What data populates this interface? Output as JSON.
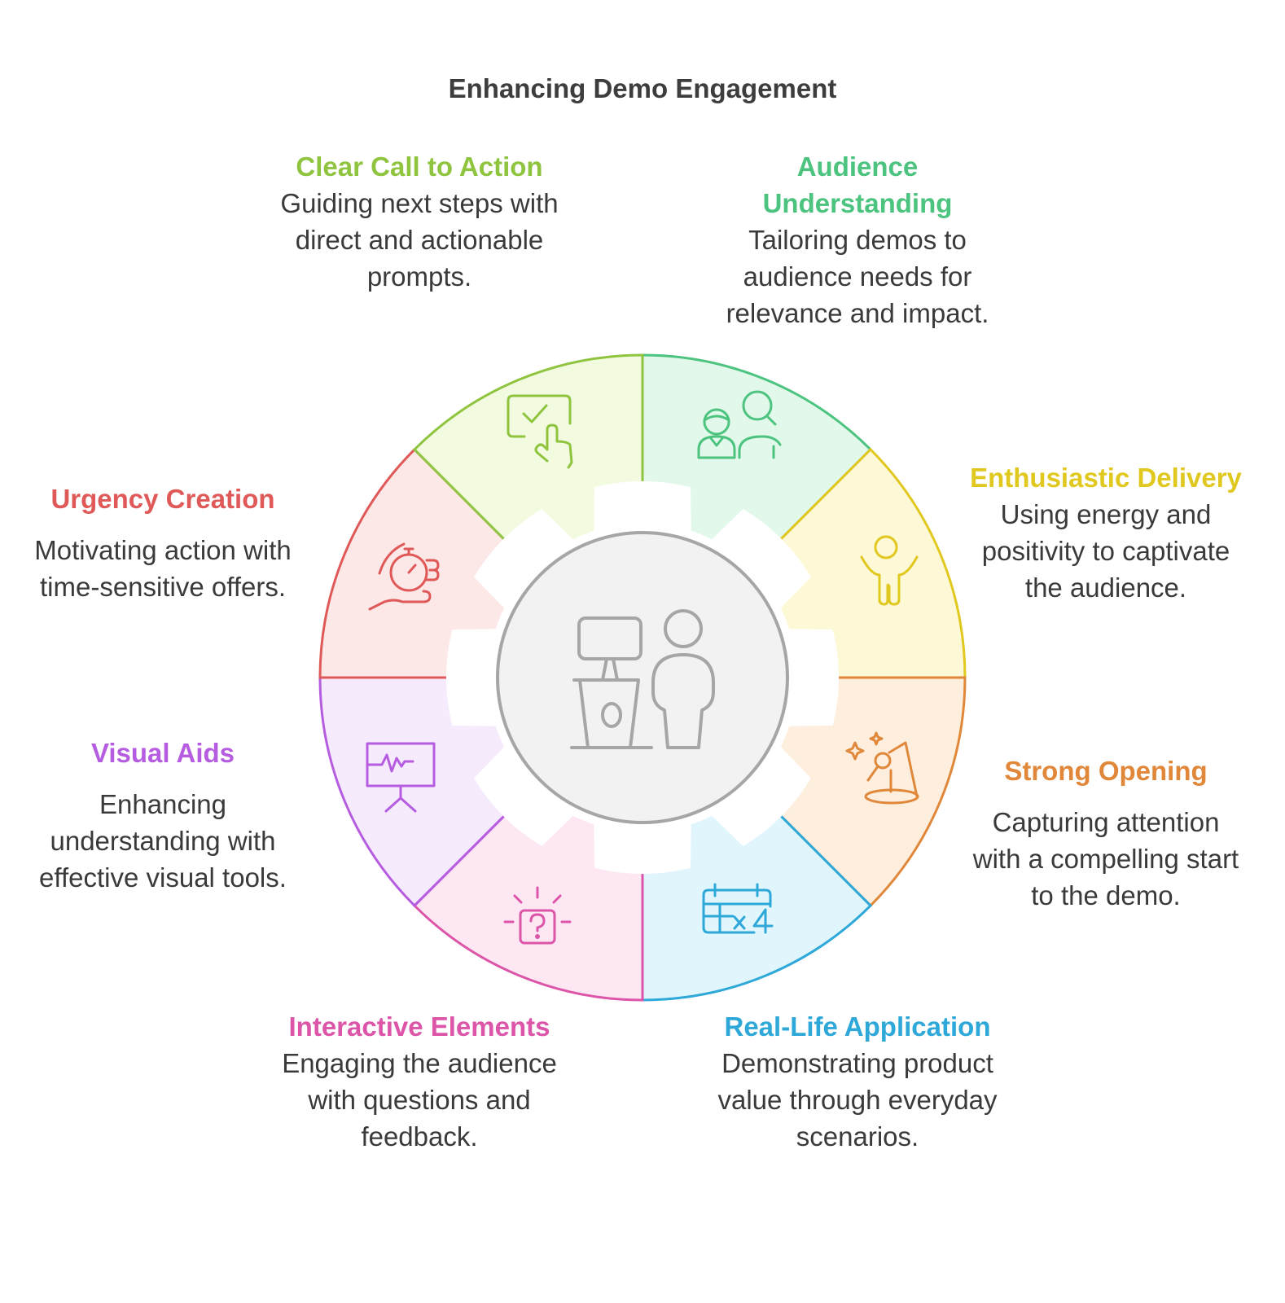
{
  "title": "Enhancing Demo Engagement",
  "center": {
    "icon": "presenter-at-podium-icon",
    "fill": "#f2f2f2",
    "stroke": "#a6a6a6"
  },
  "segments": [
    {
      "key": "audience-understanding",
      "title": "Audience Understanding",
      "description": "Tailoring demos to audience needs for relevance and impact.",
      "color": "#4cc47f",
      "fill": "#e2f8ea",
      "icon": "people-search-icon"
    },
    {
      "key": "enthusiastic-delivery",
      "title": "Enthusiastic Delivery",
      "description": "Using energy and positivity to captivate the audience.",
      "color": "#e0c81f",
      "fill": "#fdf8d5",
      "icon": "cheering-person-icon"
    },
    {
      "key": "strong-opening",
      "title": "Strong Opening",
      "description": "Capturing attention with a compelling start to the demo.",
      "color": "#e0873a",
      "fill": "#fdeedd",
      "icon": "microphone-spotlight-icon"
    },
    {
      "key": "real-life-application",
      "title": "Real-Life Application",
      "description": "Demonstrating product value through everyday scenarios.",
      "color": "#2ea8d8",
      "fill": "#e0f5fc",
      "icon": "calendar-table-icon"
    },
    {
      "key": "interactive-elements",
      "title": "Interactive Elements",
      "description": "Engaging the audience with questions and feedback.",
      "color": "#dc55a8",
      "fill": "#fce7f3",
      "icon": "question-box-icon"
    },
    {
      "key": "visual-aids",
      "title": "Visual Aids",
      "description": "Enhancing understanding with effective visual tools.",
      "color": "#b55ce0",
      "fill": "#f6eafd",
      "icon": "presentation-board-icon"
    },
    {
      "key": "urgency-creation",
      "title": "Urgency Creation",
      "description": "Motivating action with time-sensitive offers.",
      "color": "#e05959",
      "fill": "#fde8e8",
      "icon": "hand-stopwatch-icon"
    },
    {
      "key": "clear-call-to-action",
      "title": "Clear Call to Action",
      "description": "Guiding next steps with direct and actionable prompts.",
      "color": "#8fc43f",
      "fill": "#f2fadf",
      "icon": "touch-checkmark-icon"
    }
  ]
}
